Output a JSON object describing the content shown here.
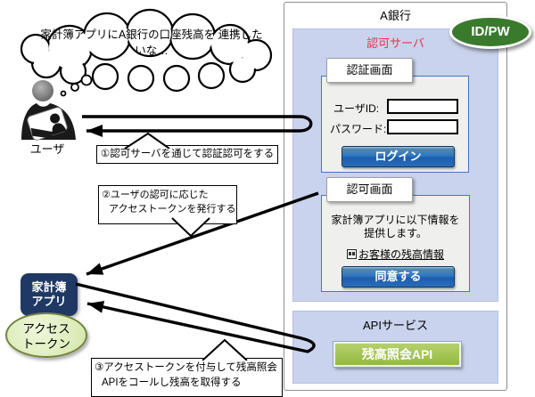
{
  "cloud": {
    "line1": "家計簿アプリにA銀行の口座残高を",
    "line2": "連携したいな…"
  },
  "user": {
    "label": "ユーザ"
  },
  "badge": {
    "label": "ID/PW"
  },
  "app_node": {
    "line1": "家計簿",
    "line2": "アプリ"
  },
  "token_node": {
    "line1": "アクセス",
    "line2": "トークン"
  },
  "steps": {
    "s1": "①認可サーバを通じて認証認可をする",
    "s2_line1": "②ユーザの認可に応じた",
    "s2_line2": "アクセストークンを発行する",
    "s3_line1": "③アクセストークンを付与して残高照会",
    "s3_line2": "APIをコールし残高を取得する"
  },
  "bank": {
    "title": "A銀行",
    "auth_server_title": "認可サーバ",
    "login_screen": {
      "label": "認証画面",
      "user_id_label": "ユーザID:",
      "password_label": "パスワード:",
      "login_button": "ログイン"
    },
    "consent_screen": {
      "label": "認可画面",
      "message_line1": "家計簿アプリに以下情報を",
      "message_line2": "提供します。",
      "scope_item": "お客様の残高情報",
      "agree_button": "同意する"
    },
    "api_section": {
      "title": "APIサービス",
      "api_button": "残高照会API"
    }
  },
  "colors": {
    "section_lavender": "#c9d3ed",
    "auth_title_red": "#e8334d",
    "form_border_blue": "#4576c1",
    "button_blue": "#2f77c4",
    "api_button_green": "#9cbf4e",
    "badge_green": "#3a7a2d",
    "app_navy": "#1f3864",
    "token_green": "#dcedb6"
  }
}
